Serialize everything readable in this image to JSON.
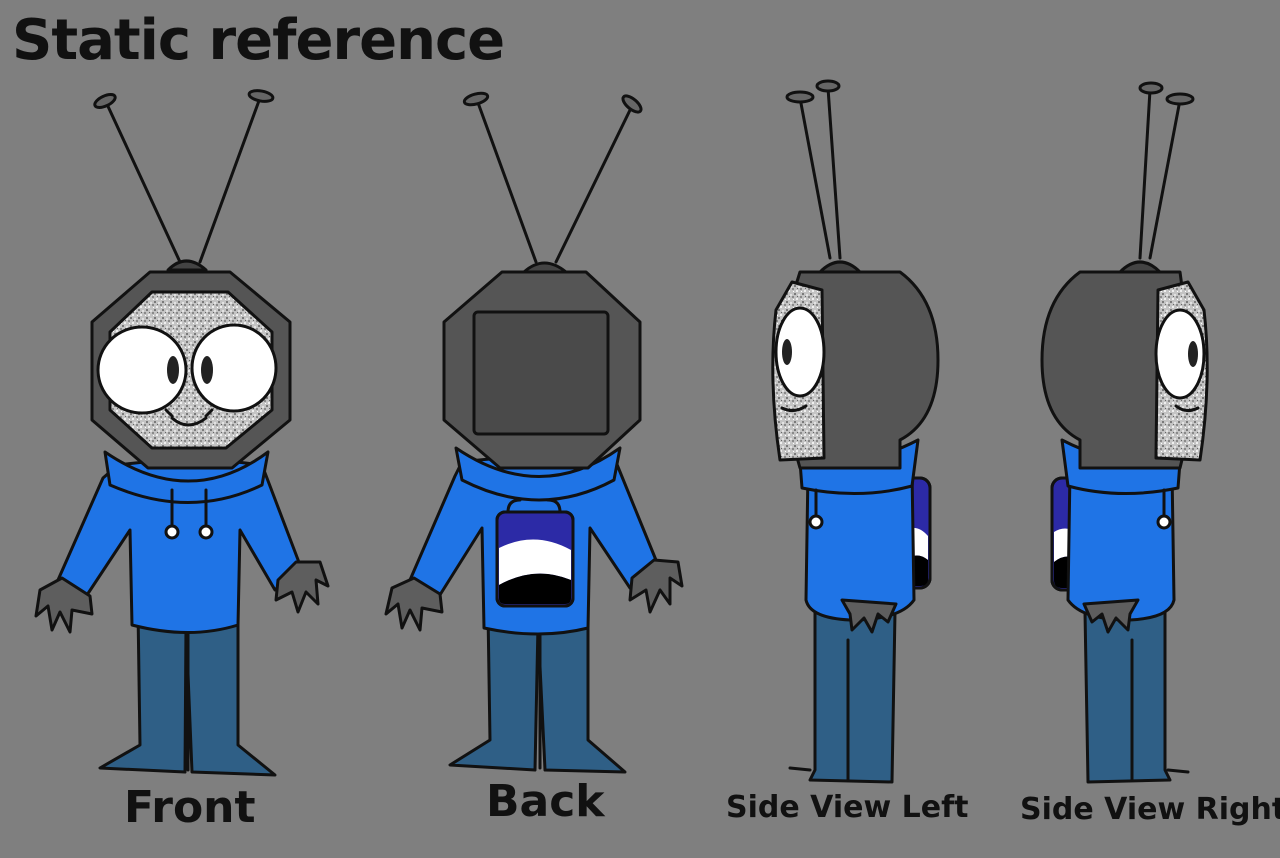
{
  "title": "Static reference",
  "labels": {
    "front": "Front",
    "back": "Back",
    "side_left": "Side View Left",
    "side_right": "Side View Right"
  },
  "colors": {
    "background": "#7f7f7f",
    "hoodie": "#1f74e6",
    "pants": "#2f5f86",
    "tv_body": "#555555",
    "tv_dark": "#4a4a4a",
    "static": "#bdbdbd",
    "hands": "#5e5e5e",
    "patch_purple": "#2c2aa6"
  }
}
